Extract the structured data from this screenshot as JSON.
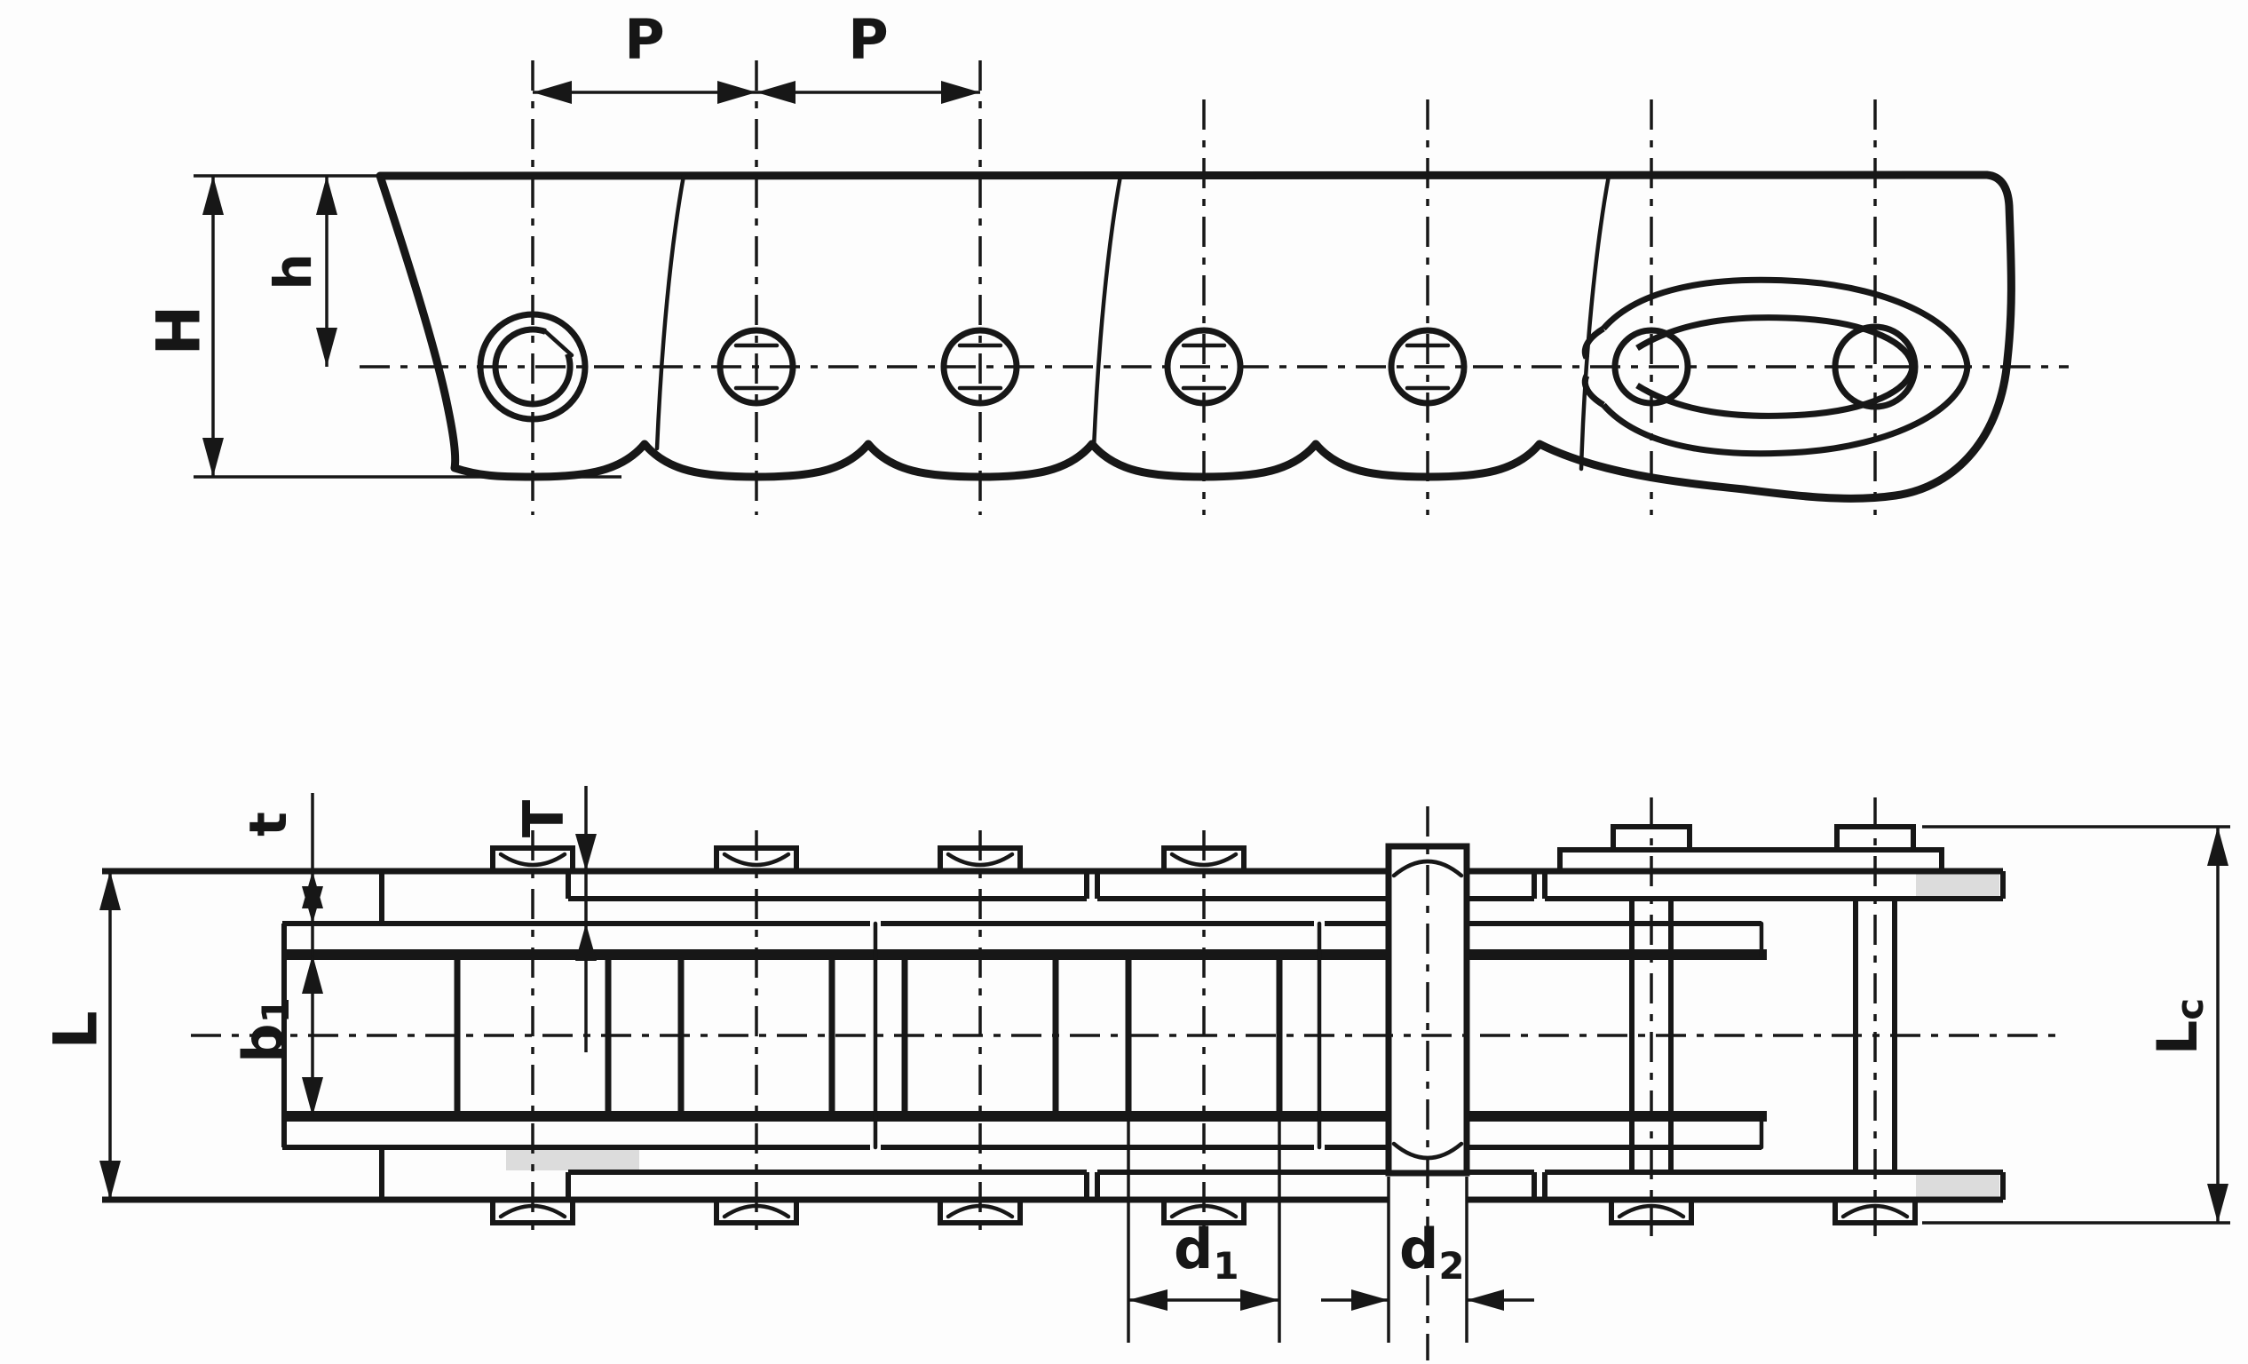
{
  "figure": {
    "type": "technical-diagram",
    "subject": "roller chain dimension drawing",
    "views": [
      {
        "id": "side-view",
        "dimension_labels": [
          "P",
          "P",
          "h",
          "H"
        ],
        "pin_count": 7
      },
      {
        "id": "plan-view",
        "dimension_labels": [
          "t",
          "T",
          "b1",
          "L",
          "Lc",
          "d1",
          "d2"
        ]
      }
    ],
    "colors": {
      "line": "#171717",
      "background": "#fdfdfd",
      "shading": "#dcdcdc"
    }
  },
  "labels": {
    "pitch": "P",
    "plate_height": "h",
    "chain_height": "H",
    "inner_plate_thickness": "t",
    "outer_plate_thickness": "T",
    "inner_width_base": "b",
    "inner_width_sub": "1",
    "pin_length": "L",
    "pin_length_clip_base": "L",
    "pin_length_clip_sub": "c",
    "roller_dia_base": "d",
    "roller_dia_sub": "1",
    "pin_dia_base": "d",
    "pin_dia_sub": "2"
  }
}
